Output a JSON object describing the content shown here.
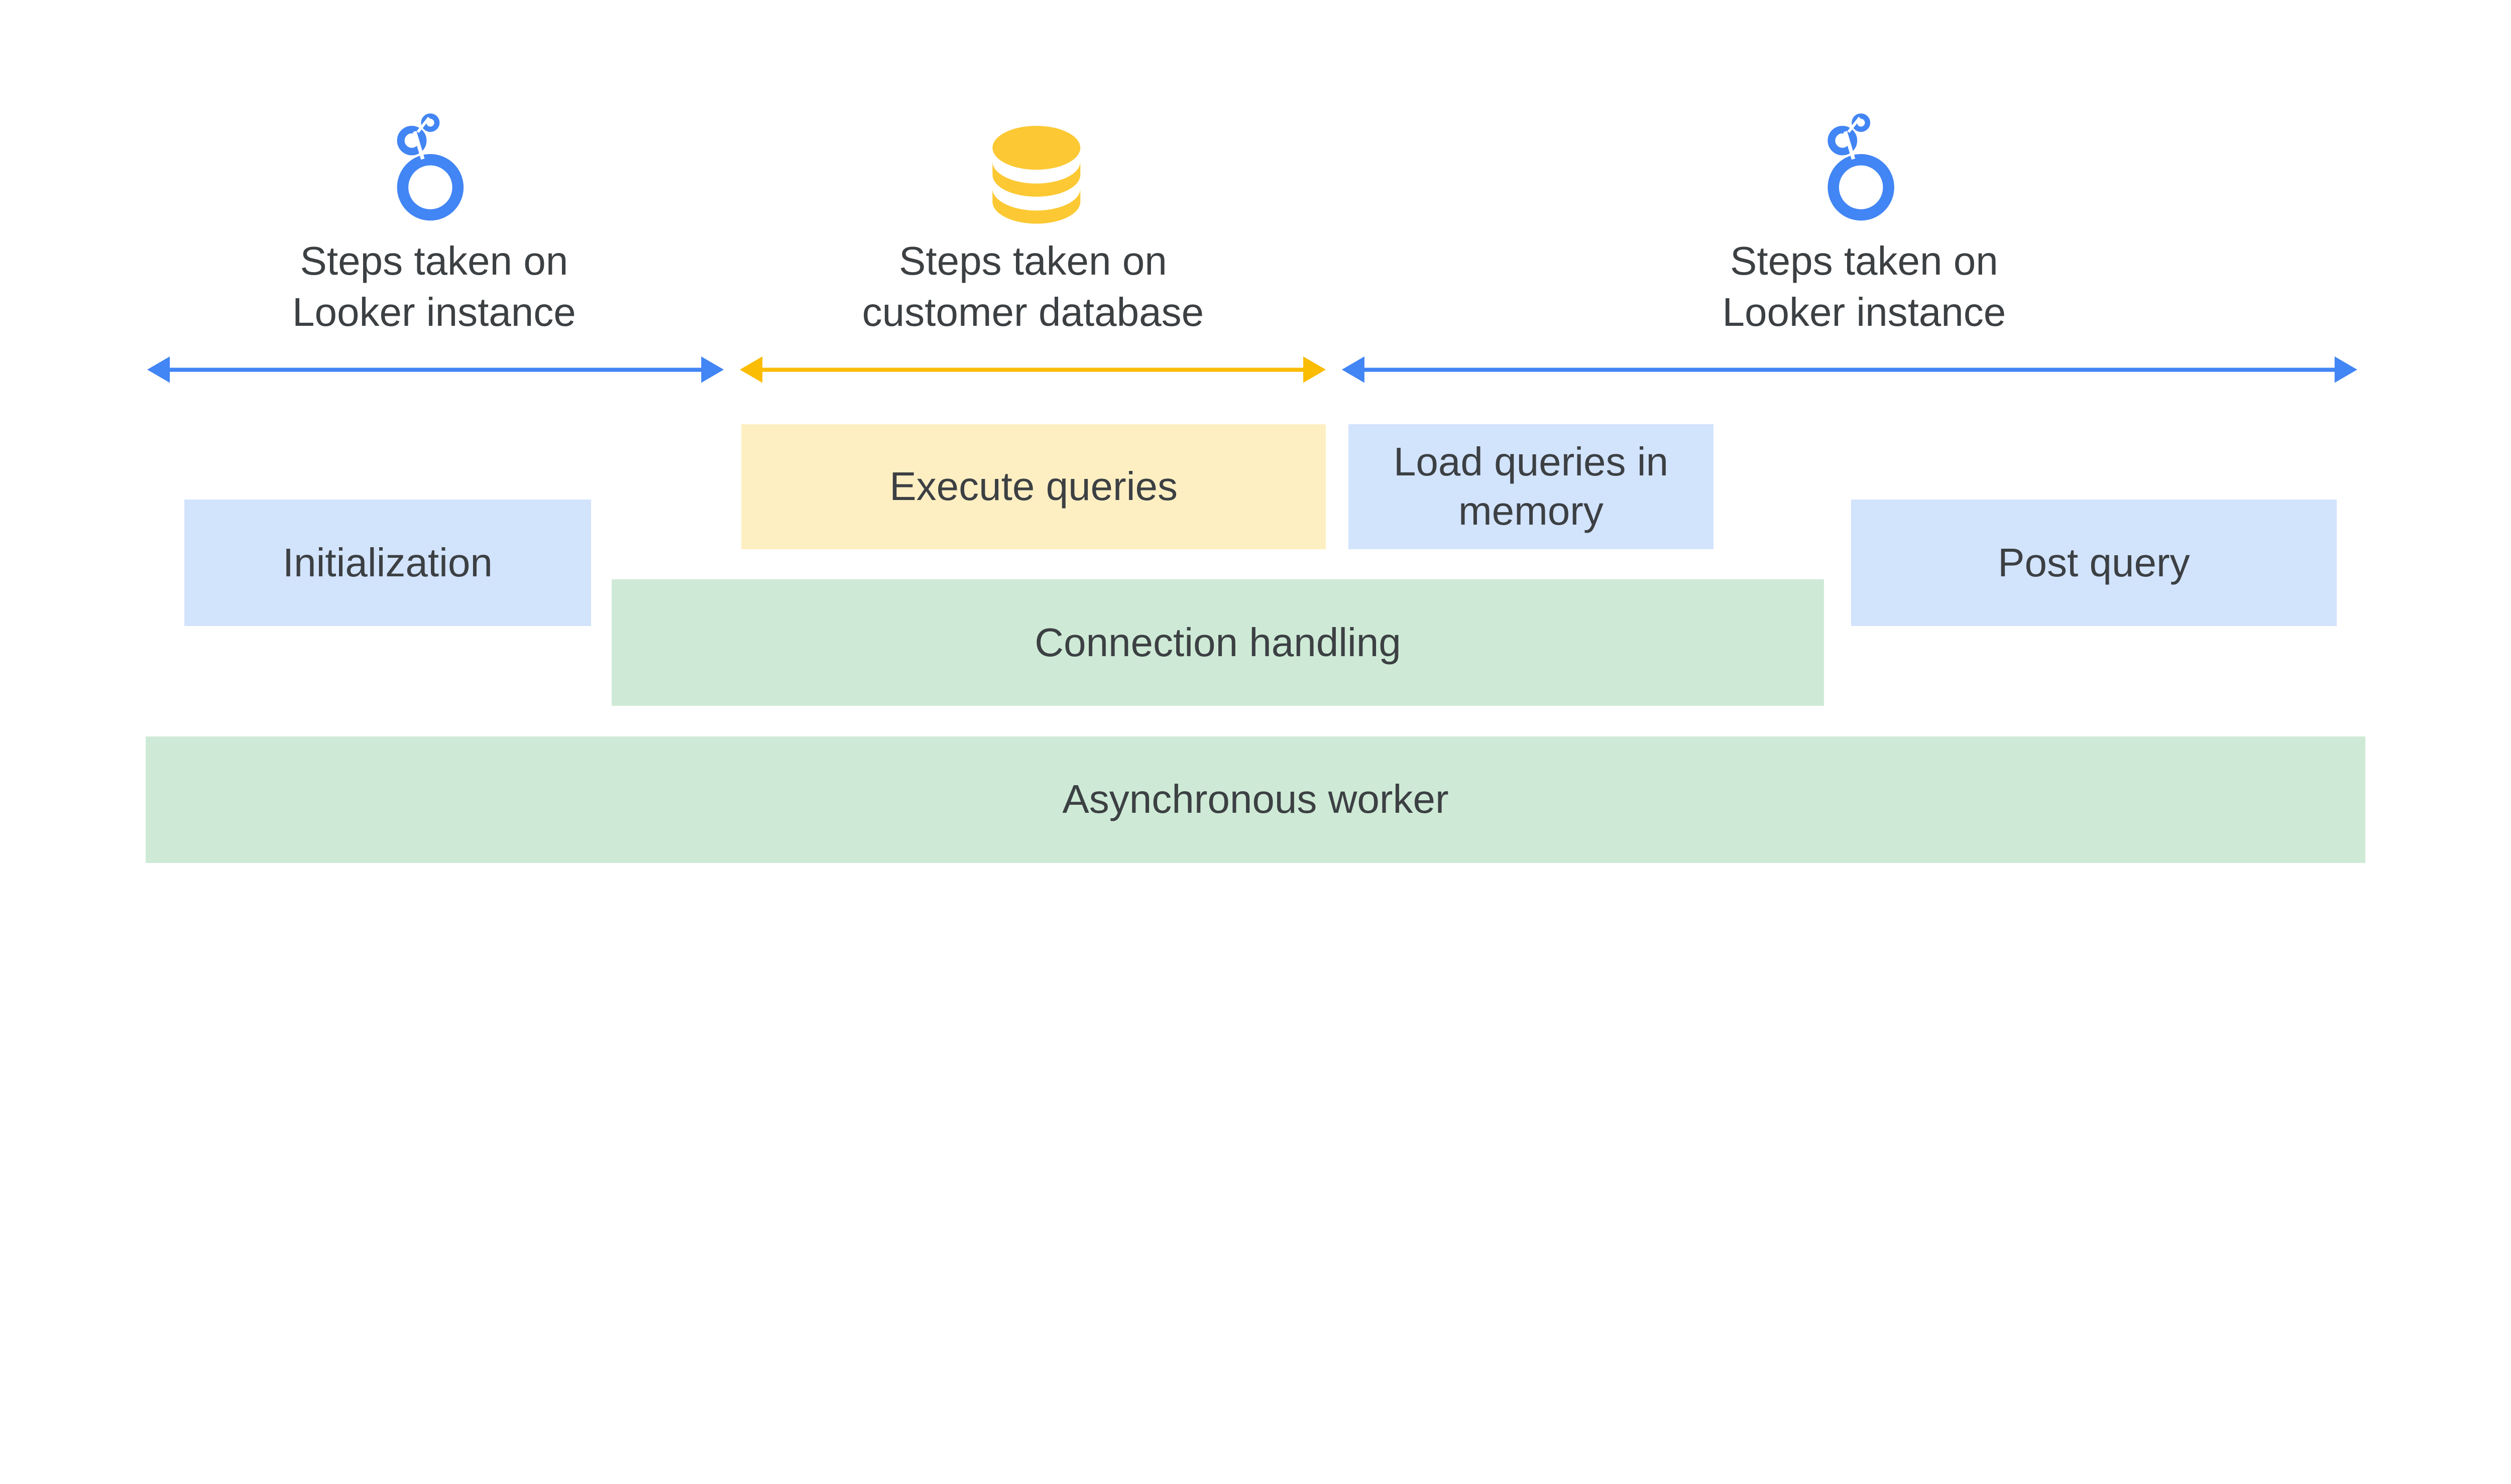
{
  "colors": {
    "looker_blue": "#4285f4",
    "database_yellow": "#fbbc04",
    "db_icon_yellow": "#fcc934",
    "text": "#3c4043",
    "blue_box": "#d2e3fc",
    "yellow_box": "#feefc3",
    "green_box": "#ceead6"
  },
  "icons": [
    "looker-logo-icon",
    "database-icon",
    "looker-logo-icon"
  ],
  "sections": [
    {
      "line1": "Steps taken on",
      "line2": "Looker instance"
    },
    {
      "line1": "Steps taken on",
      "line2": "customer database"
    },
    {
      "line1": "Steps taken on",
      "line2": "Looker instance"
    }
  ],
  "boxes": {
    "initialization": "Initialization",
    "execute_queries": "Execute queries",
    "load_queries": "Load queries in memory",
    "post_query": "Post query",
    "connection_handling": "Connection handling",
    "async_worker": "Asynchronous worker"
  }
}
